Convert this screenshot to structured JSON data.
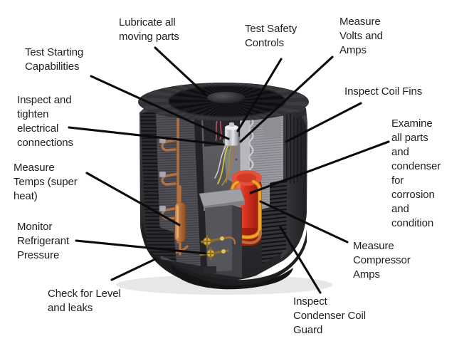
{
  "figure": {
    "kind": "annotated cutaway diagram",
    "parts": [
      "fan-grille",
      "top-panel",
      "condenser-coil-copper-tubing",
      "coil-fins",
      "capacitor",
      "electrical-wiring",
      "compressor",
      "service-valves",
      "refrigerant-accumulator",
      "condenser-coil-guard",
      "louvered-shell",
      "base"
    ]
  },
  "colors": {
    "background": "#ffffff",
    "label_text": "#1f1f1f",
    "leader_line": "#0b0b0b",
    "body_dark": "#303034",
    "fins_gray": "#9b9ba1",
    "compressor_red": "#d9321f",
    "tube_orange": "#f5a32c",
    "copper": "#b5713d",
    "brass": "#d2ab42",
    "capacitor_silver": "#c9c9ce"
  },
  "labels": [
    {
      "id": "lubricate",
      "text": "Lubricate all\nmoving parts"
    },
    {
      "id": "test-safety",
      "text": "Test Safety\nControls"
    },
    {
      "id": "volts-amps",
      "text": "Measure\nVolts and\nAmps"
    },
    {
      "id": "test-starting",
      "text": "Test Starting\nCapabilities"
    },
    {
      "id": "inspect-coil-fins",
      "text": "Inspect Coil Fins"
    },
    {
      "id": "inspect-tighten",
      "text": "Inspect and\ntighten\nelectrical\nconnections"
    },
    {
      "id": "examine",
      "text": "Examine\nall parts\nand\ncondenser\nfor\ncorrosion\nand\ncondition"
    },
    {
      "id": "measure-temps",
      "text": "Measure\nTemps (super\nheat)"
    },
    {
      "id": "refrigerant",
      "text": "Monitor\nRefrigerant\nPressure"
    },
    {
      "id": "check-level",
      "text": "Check for Level\nand leaks"
    },
    {
      "id": "compressor-amps",
      "text": "Measure\nCompressor\nAmps"
    },
    {
      "id": "coil-guard",
      "text": "Inspect\nCondenser Coil\nGuard"
    }
  ]
}
